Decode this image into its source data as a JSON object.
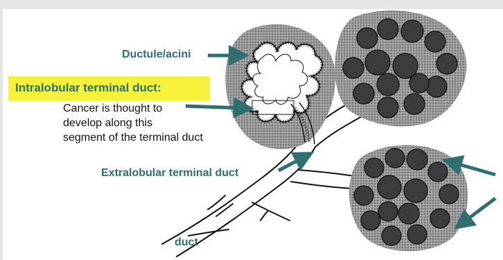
{
  "labels": {
    "ductule_acini": "Ductule/acini",
    "intralobular": "Intralobular terminal duct:",
    "cancer_note": [
      "Cancer is thought to",
      "develop along this",
      "segment of the terminal duct"
    ],
    "extralobular": "Extralobular terminal duct",
    "duct": "duct"
  },
  "colors": {
    "arrow_teal": "#2e7070",
    "highlight_yellow": "#f6f13a",
    "background": "#e6e6e6",
    "lobule_stipple": "#8a8a8a",
    "lobule_dark": "#3c3c3c"
  },
  "icons": [
    "arrow-right-icon",
    "arrow-up-right-icon",
    "arrow-up-left-icon",
    "arrow-down-left-icon"
  ]
}
